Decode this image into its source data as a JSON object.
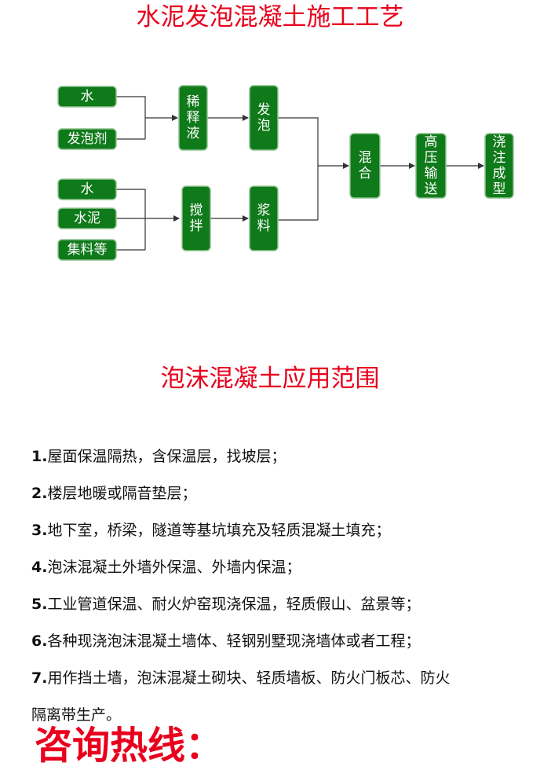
{
  "title": "水泥发泡混凝土施工工艺",
  "flow": {
    "nodes": {
      "water1": "水",
      "foam_agent": "发泡剂",
      "dilute": [
        "稀",
        "释",
        "液"
      ],
      "foaming": [
        "发",
        "泡"
      ],
      "water2": "水",
      "cement": "水泥",
      "aggregate": "集料等",
      "stir": [
        "搅",
        "拌"
      ],
      "slurry": [
        "浆",
        "料"
      ],
      "mix": [
        "混",
        "合"
      ],
      "pump": [
        "高",
        "压",
        "输",
        "送"
      ],
      "cast": [
        "浇",
        "注",
        "成",
        "型"
      ]
    },
    "colors": {
      "box": "#0f7a1a",
      "box_border": "#8fc38f",
      "line": "#333333",
      "text": "#ffffff"
    }
  },
  "section_title": "泡沫混凝土应用范围",
  "items": [
    {
      "num": "1.",
      "text": "屋面保温隔热，含保温层，找坡层；"
    },
    {
      "num": "2.",
      "text": "楼层地暖或隔音垫层；"
    },
    {
      "num": "3.",
      "text": "地下室，桥梁，隧道等基坑填充及轻质混凝土填充；"
    },
    {
      "num": "4.",
      "text": "泡沫混凝土外墙外保温、外墙内保温；"
    },
    {
      "num": "5.",
      "text": "工业管道保温、耐火炉窑现浇保温，轻质假山、盆景等；"
    },
    {
      "num": "6.",
      "text": "各种现浇泡沫混凝土墙体、轻钢别墅现浇墙体或者工程；"
    },
    {
      "num": "7.",
      "text": "用作挡土墙，泡沫混凝土砌块、轻质墙板、防火门板芯、防火"
    },
    {
      "num": "",
      "text": "隔离带生产。"
    }
  ],
  "hotline": "咨询热线："
}
